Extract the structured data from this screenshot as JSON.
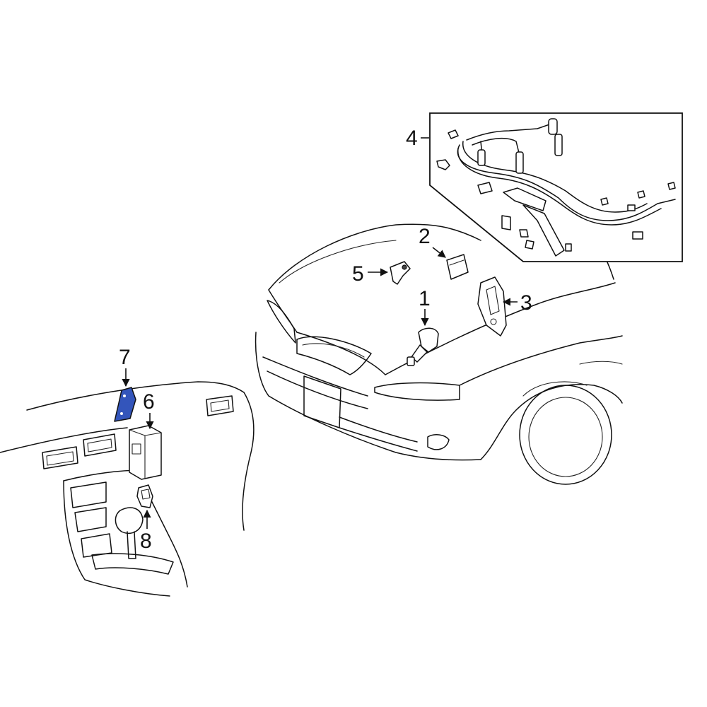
{
  "callouts": [
    {
      "id": "1",
      "label": "1"
    },
    {
      "id": "2",
      "label": "2"
    },
    {
      "id": "3",
      "label": "3"
    },
    {
      "id": "4",
      "label": "4"
    },
    {
      "id": "5",
      "label": "5"
    },
    {
      "id": "6",
      "label": "6"
    },
    {
      "id": "7",
      "label": "7"
    },
    {
      "id": "8",
      "label": "8"
    }
  ],
  "colors": {
    "highlight_part": "#3355bb",
    "line": "#111111",
    "background": "#ffffff"
  }
}
